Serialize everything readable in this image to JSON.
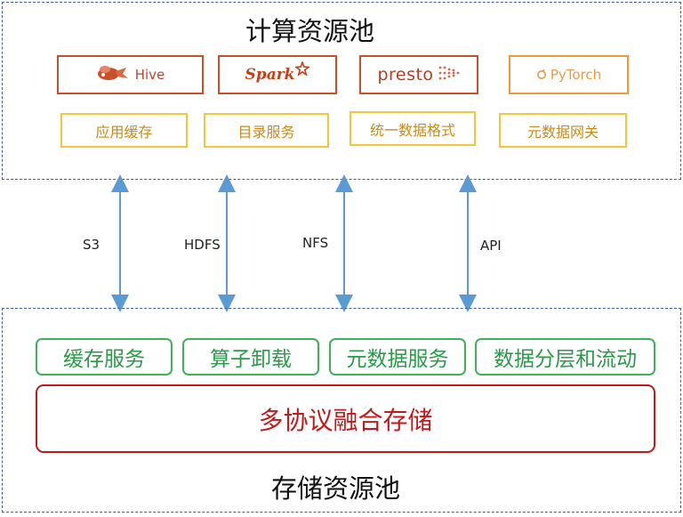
{
  "compute_pool": {
    "title": "计算资源池",
    "engines": [
      {
        "name": "Hive",
        "icon": "hive-bee-icon"
      },
      {
        "name": "Spark",
        "icon": "spark-star-icon"
      },
      {
        "name": "presto",
        "icon": "presto-chevron-icon"
      },
      {
        "name": "PyTorch",
        "icon": "pytorch-flame-icon"
      }
    ],
    "features": [
      "应用缓存",
      "目录服务",
      "统一数据格式",
      "元数据网关"
    ]
  },
  "protocols": [
    "S3",
    "HDFS",
    "NFS",
    "API"
  ],
  "storage_pool": {
    "title": "存储资源池",
    "services": [
      "缓存服务",
      "算子卸载",
      "元数据服务",
      "数据分层和流动"
    ],
    "core": "多协议融合存储"
  },
  "colors": {
    "pool_border": "#3f5f9a",
    "engine_border": "#c9502a",
    "feature_border": "#f5c63a",
    "service_border": "#3db25a",
    "core_border": "#c21a1a",
    "arrow": "#5b9bd5"
  }
}
